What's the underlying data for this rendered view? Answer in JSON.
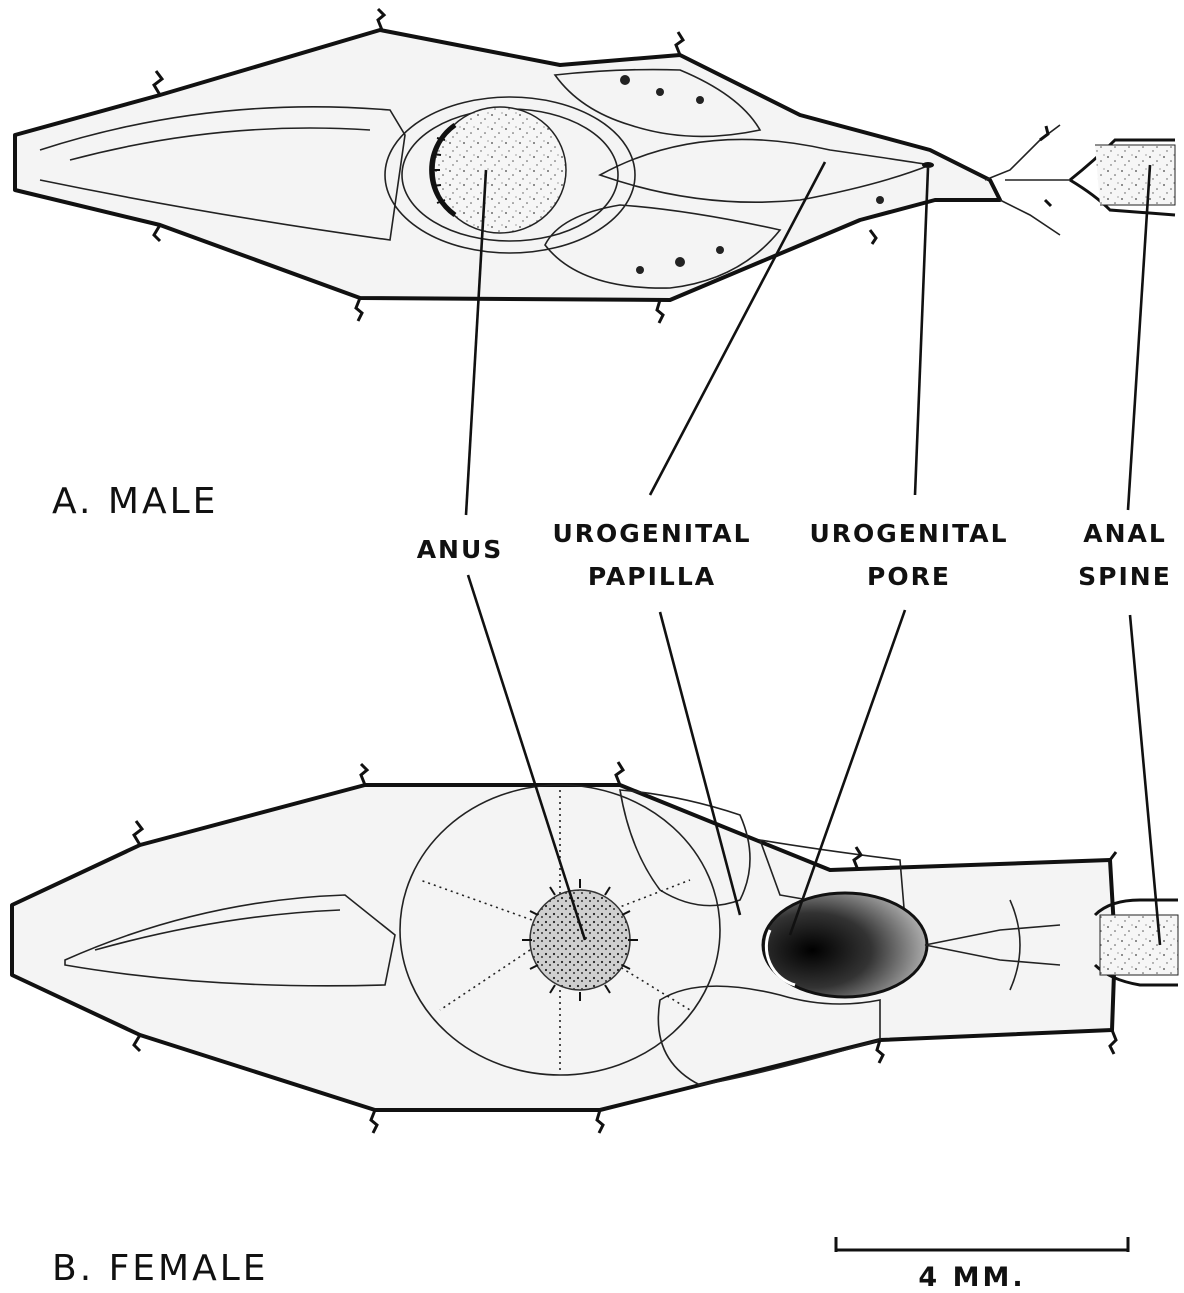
{
  "panels": {
    "male_label": "A.  MALE",
    "female_label": "B.  FEMALE"
  },
  "callouts": {
    "anus": "ANUS",
    "urogenital_papilla_line1": "UROGENITAL",
    "urogenital_papilla_line2": "PAPILLA",
    "urogenital_pore_line1": "UROGENITAL",
    "urogenital_pore_line2": "PORE",
    "anal_spine_line1": "ANAL",
    "anal_spine_line2": "SPINE"
  },
  "scale_bar": {
    "label": "4  MM."
  }
}
